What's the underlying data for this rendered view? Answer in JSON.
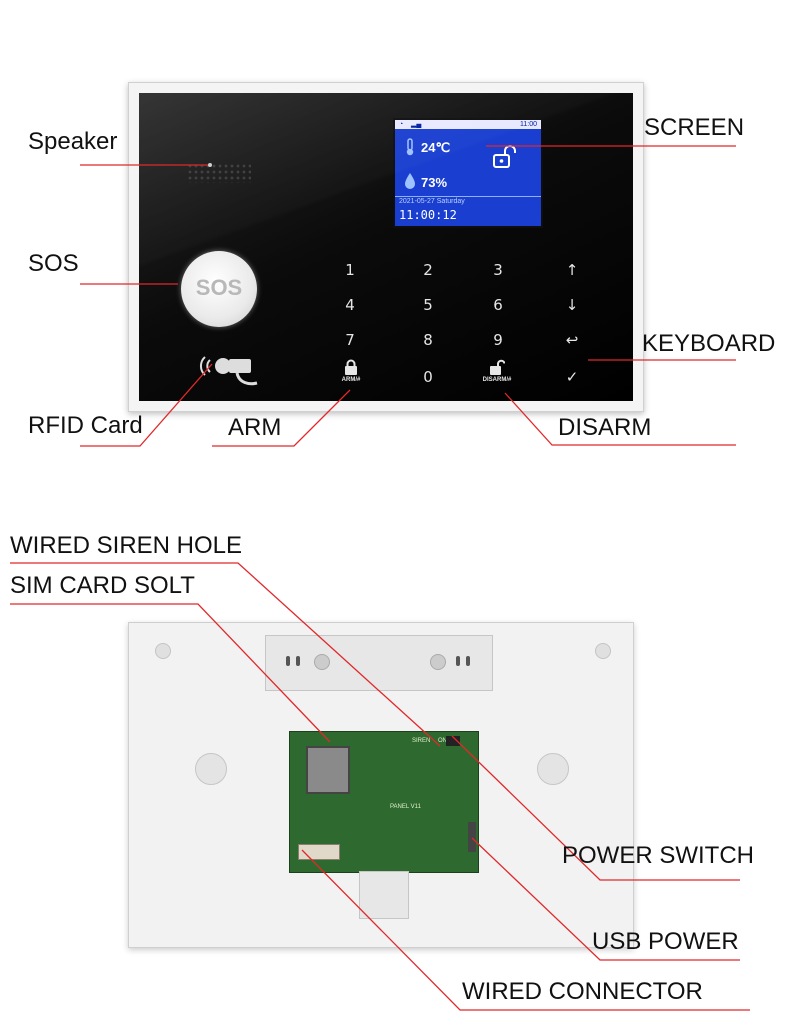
{
  "labels": {
    "speaker": "Speaker",
    "sos": "SOS",
    "rfid_card": "RFID Card",
    "arm": "ARM",
    "screen": "SCREEN",
    "keyboard": "KEYBOARD",
    "disarm": "DISARM",
    "wired_siren_hole": "WIRED SIREN HOLE",
    "sim_card_slot": "SIM CARD SOLT",
    "power_switch": "POWER SWITCH",
    "usb_power": "USB POWER",
    "wired_connector": "WIRED CONNECTOR"
  },
  "device": {
    "sos_button": "SOS",
    "screen": {
      "status_time": "11:00",
      "temperature": "24℃",
      "humidity": "73%",
      "date": "2021-05-27 Saturday",
      "time": "11:00:12"
    },
    "keys": [
      "1",
      "2",
      "3",
      "4",
      "5",
      "6",
      "7",
      "8",
      "9",
      "0",
      "↑",
      "↓",
      "↩",
      "✓"
    ],
    "arm_key": "ARM/#",
    "disarm_key": "DISARM/#",
    "pcb_label": "PANEL V11",
    "siren_mark": "SIREN",
    "on_mark": "ON"
  },
  "colors": {
    "leader": "#e0282b",
    "screen": "#1a3fd0",
    "pcb": "#2e6a2f"
  }
}
